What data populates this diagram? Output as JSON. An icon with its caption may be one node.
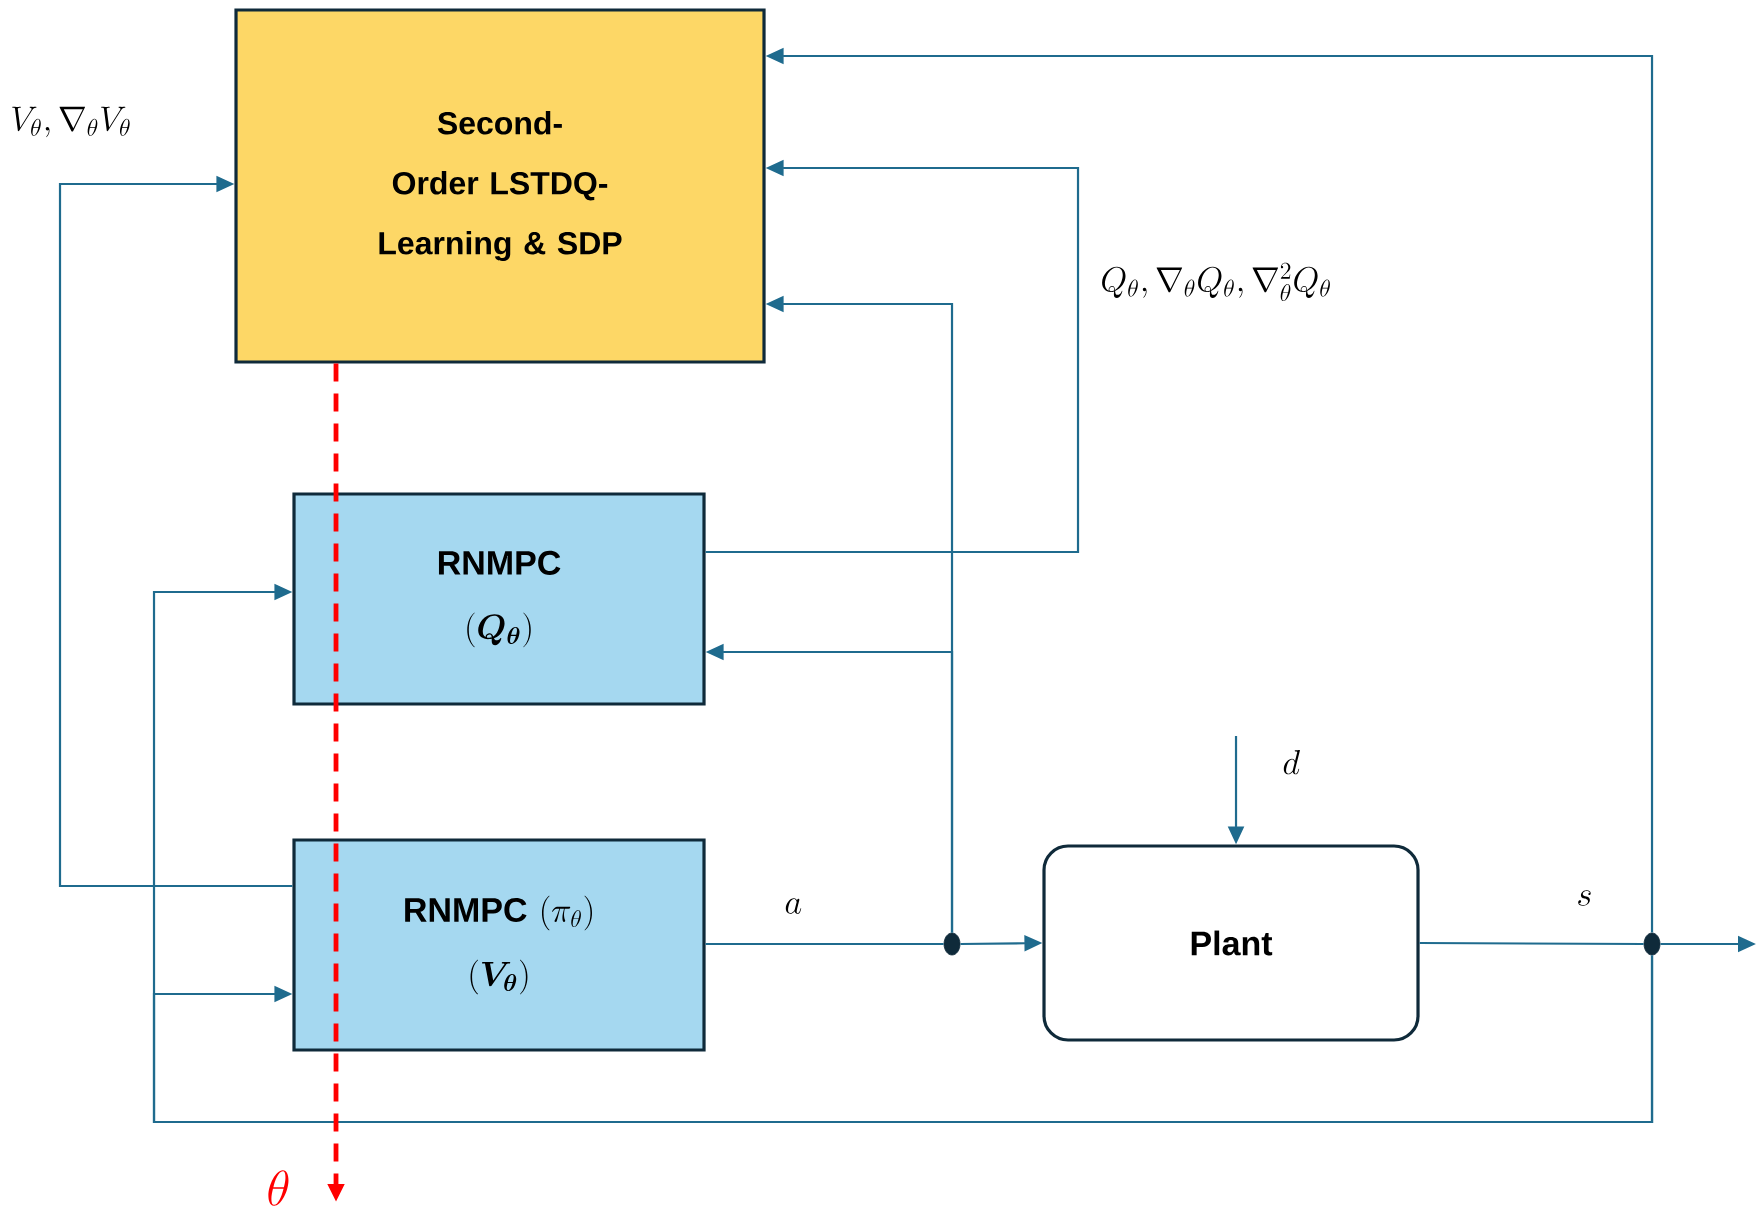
{
  "diagram": {
    "nodes": [
      {
        "text": [
          "Second-Order LSTDQ-Learning & SDP"
        ]
      },
      {
        "text": [
          "RNMPC",
          "(\\boldsymbol{Q_{\\theta}})"
        ]
      },
      {
        "text": [
          "\\textbf{RNMPC}\\ (\\pi_{\\theta})",
          "(\\boldsymbol{V_{\\theta}})"
        ]
      },
      {
        "text": [
          "Plant"
        ]
      },
      {
        "text": [],
        "shape": "circle"
      },
      {
        "text": [],
        "shape": "circle"
      }
    ],
    "edges": [
      {
        "from": 2,
        "to": 4,
        "arrow": "none",
        "label": "a"
      },
      {
        "from": 4,
        "to": 3,
        "arrow": "to"
      },
      {
        "from": 3,
        "to": 5,
        "arrow": "none",
        "label": "s"
      },
      {
        "from": 5,
        "to": null,
        "arrow": "to"
      },
      {
        "from": null,
        "to": 3,
        "arrow": "to",
        "label": "d"
      },
      {
        "from": 5,
        "to": 0,
        "arrow": "to"
      },
      {
        "from": 5,
        "to": 1,
        "arrow": "to"
      },
      {
        "from": 5,
        "to": 2,
        "arrow": "to"
      },
      {
        "from": 4,
        "to": 0,
        "arrow": "to"
      },
      {
        "from": 4,
        "to": 1,
        "arrow": "to"
      },
      {
        "from": 1,
        "to": 0,
        "arrow": "to",
        "label": "Q_{\\theta}, \\nabla_{\\theta} Q_{\\theta}, \\nabla^{2}_{\\theta} Q_{\\theta}"
      },
      {
        "from": 2,
        "to": 0,
        "arrow": "to",
        "label": "V_{\\theta}, \\nabla_{\\theta} V_{\\theta}"
      },
      {
        "from": 0,
        "to": null,
        "arrow": "to",
        "label": "\\theta",
        "style": "dashed",
        "color": "#ff0000"
      }
    ]
  }
}
